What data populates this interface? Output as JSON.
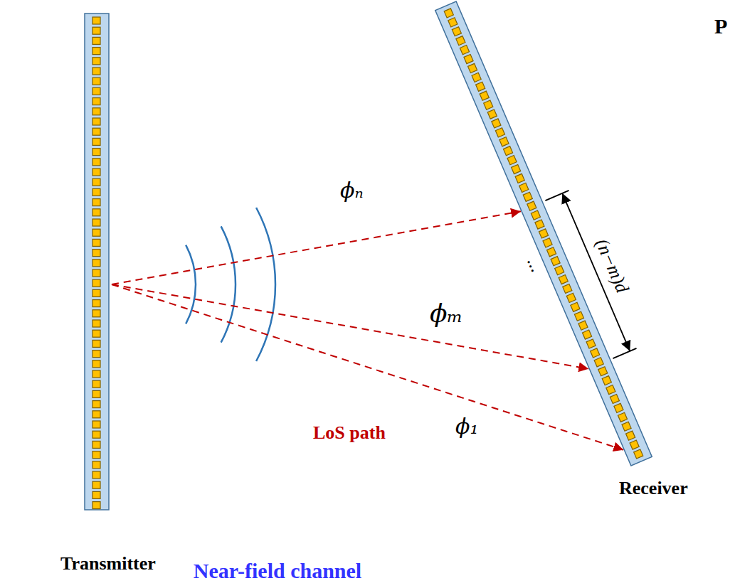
{
  "diagram": {
    "caption": "Near-field channel",
    "nodes": [
      {
        "text": [
          "Transmitter"
        ]
      },
      {
        "text": [
          "Receiver"
        ]
      }
    ],
    "edges": [
      {
        "from": 0,
        "to": 1,
        "arrow": "to",
        "label": "ϕₙ"
      },
      {
        "from": 0,
        "to": 1,
        "arrow": "to",
        "label": "ϕₘ"
      },
      {
        "from": 0,
        "to": 1,
        "arrow": "to",
        "label": "ϕ₁"
      }
    ],
    "labels": [
      "LoS path",
      "(n−m)d",
      "...",
      "P"
    ]
  }
}
